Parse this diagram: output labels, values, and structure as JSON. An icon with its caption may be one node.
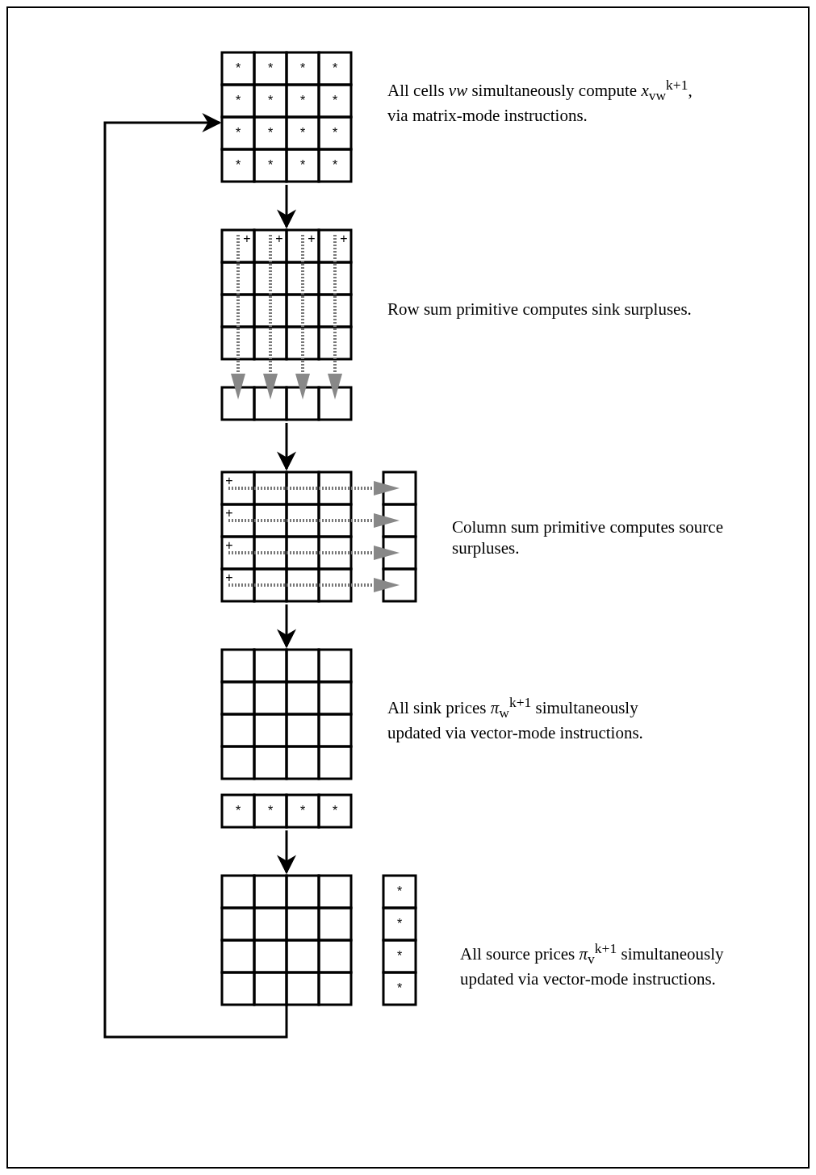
{
  "diagram": {
    "nodes": [
      {
        "text": [],
        "shape": "grid",
        "beside": [
          "All cells *vw* simultaneously compute *x*$_{vw}$$^{k+1}$, via matrix-mode instructions."
        ]
      },
      {
        "text": [],
        "shape": "grid",
        "beside": [
          "Row sum primitive computes sink surpluses."
        ]
      },
      {
        "text": [],
        "shape": "grid",
        "beside": [
          "Column sum primitive computes source surpluses."
        ]
      },
      {
        "text": [],
        "shape": "grid",
        "beside": [
          "All sink prices *π*$_{w}$$^{k+1}$ simultaneously updated via vector-mode instructions."
        ]
      },
      {
        "text": [],
        "shape": "bar"
      },
      {
        "text": [],
        "shape": "grid",
        "beside": [
          "All source prices *π*$_{v}$$^{k+1}$ simultaneously updated via vector-mode instructions."
        ]
      }
    ],
    "edges": [
      {
        "from": 0,
        "to": 1,
        "arrow": "to"
      },
      {
        "from": 1,
        "to": 2,
        "arrow": "to"
      },
      {
        "from": 2,
        "to": 3,
        "arrow": "to"
      },
      {
        "from": 4,
        "to": 5,
        "arrow": "to"
      },
      {
        "from": 5,
        "to": 0,
        "arrow": "to"
      }
    ],
    "labels": [
      "*",
      "*",
      "*",
      "*",
      "*",
      "*",
      "*",
      "*",
      "*",
      "*",
      "*",
      "*",
      "*",
      "*",
      "*",
      "*",
      "+",
      "+",
      "+",
      "+",
      "+",
      "+",
      "+",
      "+",
      "*",
      "*",
      "*",
      "*",
      "*",
      "*",
      "*",
      "*"
    ]
  }
}
